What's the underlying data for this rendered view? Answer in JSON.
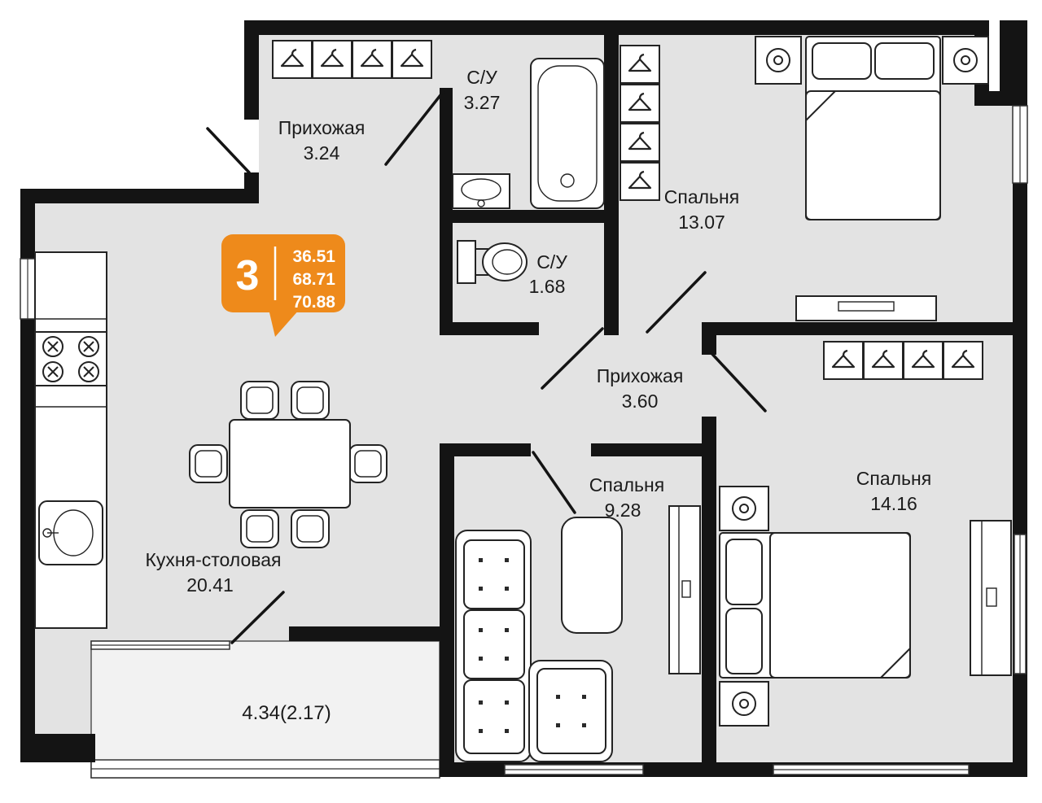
{
  "plan": {
    "badge": {
      "rooms": "3",
      "areas": [
        "36.51",
        "68.71",
        "70.88"
      ]
    },
    "rooms": [
      {
        "name": "Прихожая",
        "area": "3.24"
      },
      {
        "name": "С/У",
        "area": "3.27"
      },
      {
        "name": "Спальня",
        "area": "13.07"
      },
      {
        "name": "С/У",
        "area": "1.68"
      },
      {
        "name": "Прихожая",
        "area": "3.60"
      },
      {
        "name": "Спальня",
        "area": "9.28"
      },
      {
        "name": "Спальня",
        "area": "14.16"
      },
      {
        "name": "Кухня-столовая",
        "area": "20.41"
      }
    ],
    "balcony": {
      "dimension": "4.34(2.17)"
    },
    "icons": [
      "hanger-icon",
      "lamp-icon",
      "burner-icon"
    ]
  },
  "colors": {
    "accent": "#EE8A1B",
    "floor": "#E3E3E3",
    "wall": "#141414",
    "balcony_floor": "#F2F2F2"
  }
}
